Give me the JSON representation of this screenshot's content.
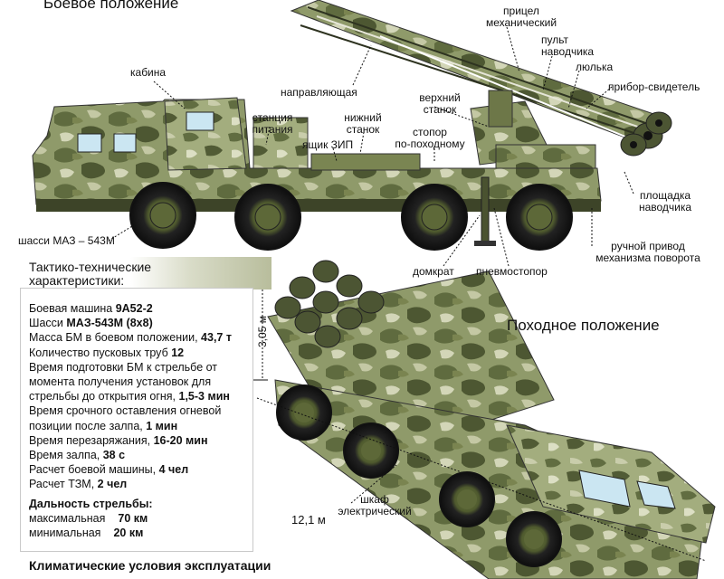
{
  "combat_title": "Боевое положение",
  "march_title": "Походное положение",
  "labels": {
    "kabina": "кабина",
    "napravl": "направляющая",
    "pricel": [
      "прицел",
      "механический"
    ],
    "pult": [
      "пульт",
      "наводчика"
    ],
    "lyulka": "люлька",
    "pribor": "прибор-свидетель",
    "verh_stanok": [
      "верхний",
      "станок"
    ],
    "stanciya": [
      "станция",
      "питания"
    ],
    "nizh_stanok": [
      "нижний",
      "станок"
    ],
    "stopor": [
      "стопор",
      "по-походному"
    ],
    "yashik": "ящик ЗИП",
    "ploshadka": [
      "площадка",
      "наводчика"
    ],
    "shassi_label": "шасси МАЗ – 543М",
    "ruchnoy": [
      "ручной привод",
      "механизма поворота"
    ],
    "domkrat": "домкрат",
    "pnevmo": "пневмостопор",
    "shkaf": [
      "шкаф",
      "электрический"
    ],
    "height": "3,05 м",
    "length": "12,1 м"
  },
  "specs_title": [
    "Тактико-технические",
    "характеристики:"
  ],
  "specs": [
    {
      "pre": "Боевая машина ",
      "bold": "9А52-2"
    },
    {
      "pre": "Шасси ",
      "bold": "МАЗ-543М (8х8)"
    },
    {
      "pre": "Масса БМ в боевом положении, ",
      "bold": "43,7 т"
    },
    {
      "pre": "Количество пусковых труб ",
      "bold": "12"
    },
    {
      "pre": "Время подготовки БМ к стрельбе от",
      "bold": ""
    },
    {
      "pre": "момента получения установок для",
      "bold": ""
    },
    {
      "pre": "стрельбы до открытия огня, ",
      "bold": "1,5-3 мин"
    },
    {
      "pre": "Время срочного оставления огневой",
      "bold": ""
    },
    {
      "pre": "позиции после залпа, ",
      "bold": "1 мин"
    },
    {
      "pre": "Время перезаряжания, ",
      "bold": "16-20 мин"
    },
    {
      "pre": "Время залпа, ",
      "bold": "38 с"
    },
    {
      "pre": "Расчет боевой машины, ",
      "bold": "4 чел"
    },
    {
      "pre": "Расчет ТЗМ, ",
      "bold": "2 чел"
    }
  ],
  "range_title": "Дальность стрельбы:",
  "range": {
    "max_label": "максимальная",
    "max_value": "70 км",
    "min_label": "минимальная",
    "min_value": "20 км"
  },
  "climate_title": "Климатические условия эксплуатации"
}
